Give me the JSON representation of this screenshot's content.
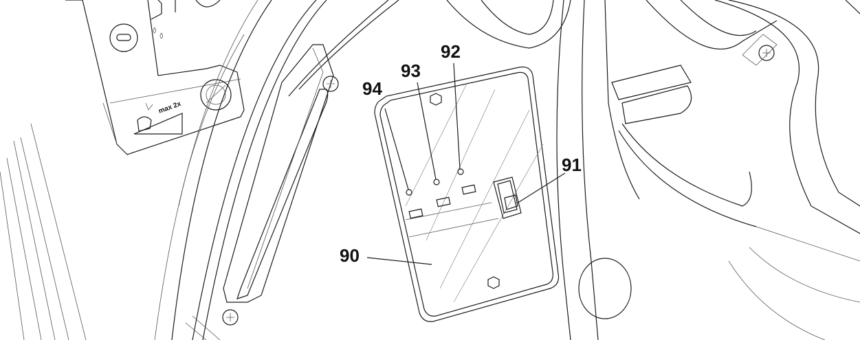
{
  "figure": {
    "callouts": [
      {
        "id": "90",
        "label": "90"
      },
      {
        "id": "91",
        "label": "91"
      },
      {
        "id": "92",
        "label": "92"
      },
      {
        "id": "93",
        "label": "93"
      },
      {
        "id": "94",
        "label": "94"
      }
    ],
    "decal_text": "max 2x"
  }
}
